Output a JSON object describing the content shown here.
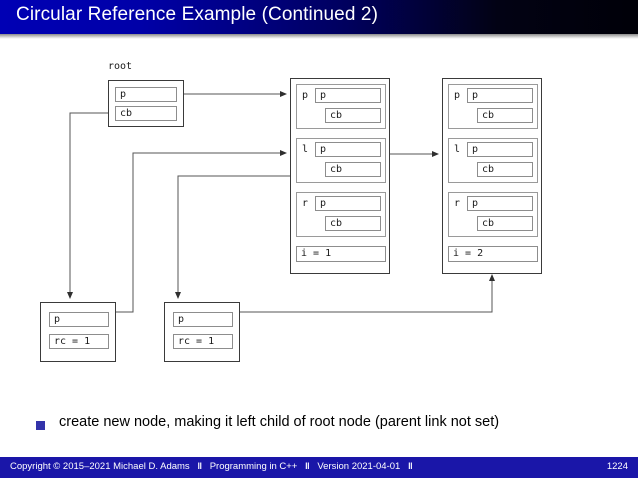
{
  "slide": {
    "title": "Circular Reference Example (Continued 2)",
    "bullet": "create new node, making it left child of root node (parent link not set)"
  },
  "diagram": {
    "root_caption": "root",
    "root_node": {
      "fields": [
        "p",
        "cb"
      ]
    },
    "middle_node": {
      "rows": [
        {
          "tag": "p",
          "fields": [
            "p",
            "cb"
          ]
        },
        {
          "tag": "l",
          "fields": [
            "p",
            "cb"
          ]
        },
        {
          "tag": "r",
          "fields": [
            "p",
            "cb"
          ]
        }
      ],
      "index": "i = 1"
    },
    "right_node": {
      "rows": [
        {
          "tag": "p",
          "fields": [
            "p",
            "cb"
          ]
        },
        {
          "tag": "l",
          "fields": [
            "p",
            "cb"
          ]
        },
        {
          "tag": "r",
          "fields": [
            "p",
            "cb"
          ]
        }
      ],
      "index": "i = 2"
    },
    "control_block_left": {
      "fields": [
        "p",
        "rc = 1"
      ]
    },
    "control_block_right": {
      "fields": [
        "p",
        "rc = 1"
      ]
    }
  },
  "footer": {
    "copyright": "Copyright © 2015–2021 Michael D. Adams",
    "course": "Programming in C++",
    "version": "Version 2021-04-01",
    "separator": "‖",
    "page": "1224"
  },
  "colors": {
    "title_blue": "#0000b4",
    "footer_blue": "#1a16a8",
    "bullet_blue": "#3333aa",
    "box_border": "#3a3a3a",
    "field_border": "#8d8d8d"
  }
}
